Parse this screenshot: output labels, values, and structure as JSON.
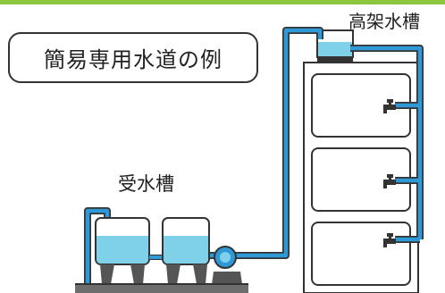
{
  "title": "簡易専用水道の例",
  "labels": {
    "elevated_tank": "高架水槽",
    "receiving_tank": "受水槽"
  },
  "colors": {
    "water": "#7fd1ea",
    "pipe": "#2f98d6",
    "outline": "#333333",
    "base": "#6d6d6d",
    "accent_bar": "#8cc63f"
  },
  "icons": {
    "faucet": "faucet-icon",
    "pump": "pump-icon"
  },
  "building": {
    "floors": 3
  }
}
